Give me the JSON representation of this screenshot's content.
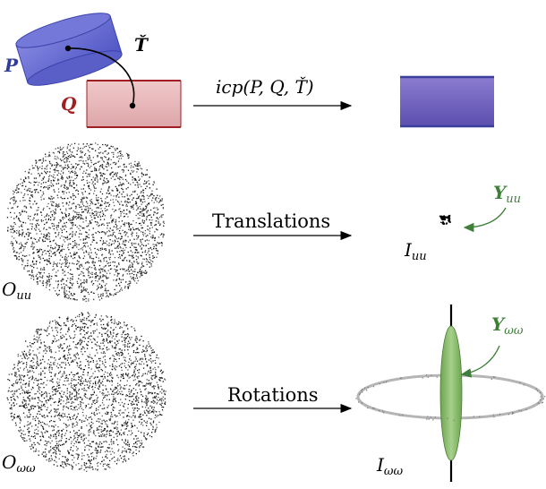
{
  "top_row": {
    "label_P": "P",
    "label_Q": "Q",
    "label_T": "Ť",
    "arrow_label": "icp(P, Q, Ť)",
    "colors": {
      "P": "#2f3c9c",
      "Q": "#a11f23",
      "cyl_blue": "#6a6fd4",
      "cyl_pink": "#e8b7b9",
      "result": "#6d5bb8"
    }
  },
  "middle_row": {
    "arrow_label": "Translations",
    "cloud_label": {
      "main": "O",
      "sub": "uu"
    },
    "result_label": {
      "main": "I",
      "sub": "uu"
    },
    "y_label": {
      "main": "Y",
      "sub": "uu"
    },
    "colors": {
      "y": "#3f7f3a"
    }
  },
  "bottom_row": {
    "arrow_label": "Rotations",
    "cloud_label": {
      "main": "O",
      "sub": "ωω"
    },
    "result_label": {
      "main": "I",
      "sub": "ωω"
    },
    "y_label": {
      "main": "Y",
      "sub": "ωω"
    },
    "colors": {
      "y": "#3f7f3a",
      "ellipsoid": "#8cbc6c",
      "ring": "#b9b9b9"
    }
  }
}
